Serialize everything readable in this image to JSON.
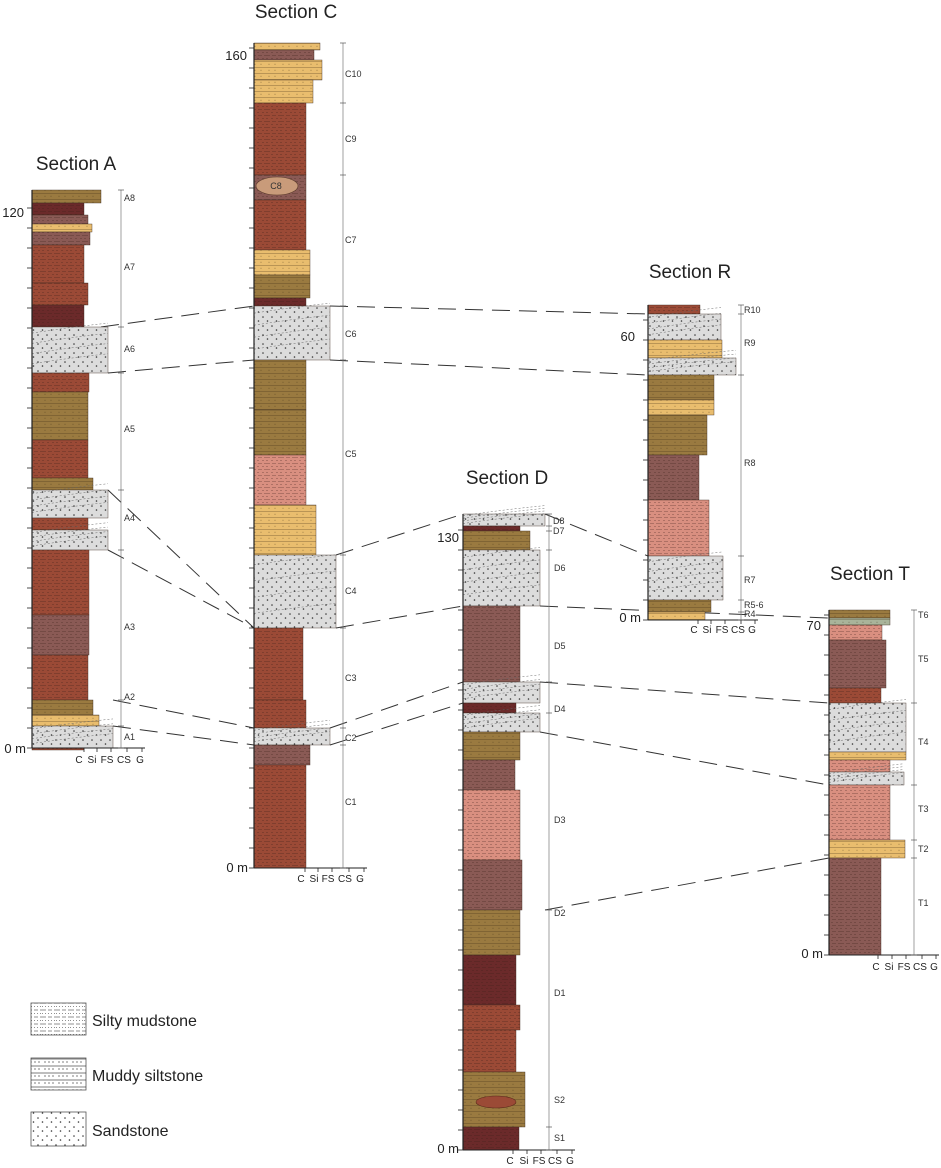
{
  "sections": {
    "A": {
      "title": "Section A",
      "top_label": "120",
      "zero_label": "0 m",
      "units": [
        "A1",
        "A2",
        "A3",
        "A4",
        "A5",
        "A6",
        "A7",
        "A8"
      ]
    },
    "C": {
      "title": "Section C",
      "top_label": "160",
      "zero_label": "0 m",
      "units": [
        "C1",
        "C2",
        "C3",
        "C4",
        "C5",
        "C6",
        "C7",
        "C8",
        "C9",
        "C10"
      ]
    },
    "D": {
      "title": "Section D",
      "top_label": "130",
      "zero_label": "0 m",
      "units": [
        "S1",
        "S2",
        "D1",
        "D2",
        "D3",
        "D4",
        "D5",
        "D6",
        "D7",
        "D8"
      ]
    },
    "R": {
      "title": "Section R",
      "top_label": "60",
      "zero_label": "0 m",
      "units": [
        "R4",
        "R5-6",
        "R7",
        "R8",
        "R9",
        "R10"
      ]
    },
    "T": {
      "title": "Section T",
      "top_label": "70",
      "zero_label": "0 m",
      "units": [
        "T1",
        "T2",
        "T3",
        "T4",
        "T5",
        "T6"
      ]
    }
  },
  "grain_scale": [
    "C",
    "Si",
    "FS",
    "CS",
    "G"
  ],
  "legend": [
    {
      "label": "Silty mudstone",
      "pattern": "silty-mudstone"
    },
    {
      "label": "Muddy siltstone",
      "pattern": "muddy-siltstone"
    },
    {
      "label": "Sandstone",
      "pattern": "sandstone"
    }
  ],
  "colors": {
    "red_mudstone": "#9b4a36",
    "dark_maroon": "#6b2a2a",
    "purple_brown": "#8a5a55",
    "pink": "#d98f80",
    "olive_brown": "#9a7a40",
    "tan": "#e9bd6e",
    "sandstone_grey": "#dcdcdc",
    "grey_green": "#a9b49a",
    "line": "#222222",
    "tie_line": "#333333"
  }
}
